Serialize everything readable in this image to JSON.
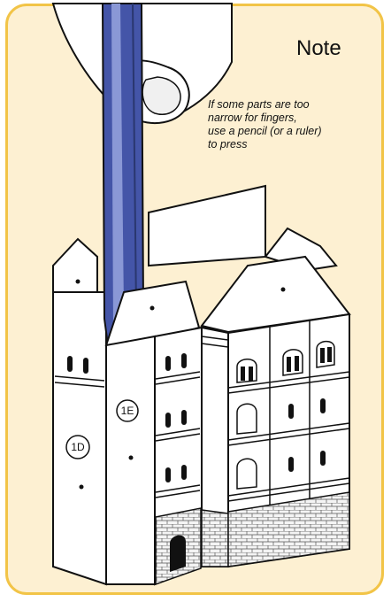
{
  "note": {
    "title": "Note",
    "text": "If some parts are too\nnarrow for fingers,\nuse a pencil (or a ruler)\nto press"
  },
  "labels": {
    "part_1e": "1E",
    "part_1d": "1D"
  },
  "colors": {
    "card_background": "#fdf0d2",
    "card_border": "#f2c447",
    "pencil": "#4455a8",
    "outline": "#111111"
  }
}
